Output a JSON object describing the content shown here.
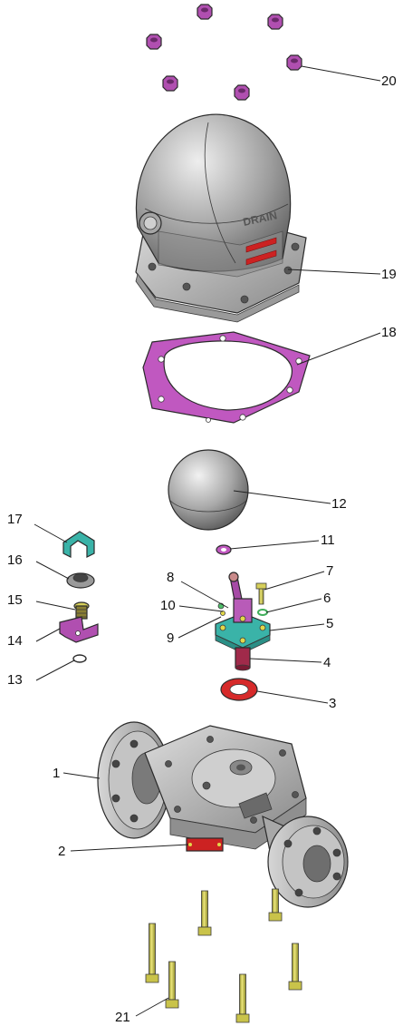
{
  "callouts": {
    "c1": "1",
    "c2": "2",
    "c3": "3",
    "c4": "4",
    "c5": "5",
    "c6": "6",
    "c7": "7",
    "c8": "8",
    "c9": "9",
    "c10": "10",
    "c11": "11",
    "c12": "12",
    "c13": "13",
    "c14": "14",
    "c15": "15",
    "c16": "16",
    "c17": "17",
    "c18": "18",
    "c19": "19",
    "c20": "20",
    "c21": "21"
  },
  "cover_marking": "DRAIN",
  "colors": {
    "nut": "#b04fb0",
    "gasket": "#c058c0",
    "seal_ring": "#d62a2a",
    "bolt": "#c9c34a",
    "clip": "#3ab3a8",
    "body_metal": "#b9b9b9"
  }
}
